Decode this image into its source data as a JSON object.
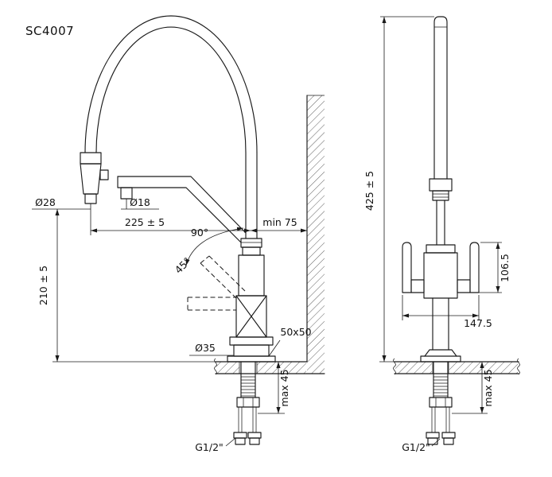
{
  "title": "SC4007",
  "colors": {
    "line": "#1a1a1a",
    "background": "#ffffff"
  },
  "views": {
    "side": {
      "dims": {
        "spray_head_diameter": "Ø28",
        "nozzle_diameter": "Ø18",
        "spout_reach": "225 ± 5",
        "wall_clearance": "min 75",
        "swivel_angle": "90°",
        "spout_angle": "45°",
        "spout_height": "210 ± 5",
        "body_diameter": "Ø35",
        "base_plate_size": "50x50",
        "max_deck_thickness": "max 45",
        "thread_size": "G1/2\""
      }
    },
    "front": {
      "dims": {
        "overall_height": "425 ± 5",
        "handle_height": "106.5",
        "overall_width": "147.5",
        "max_deck_thickness": "max 45",
        "thread_size": "G1/2\""
      }
    }
  }
}
